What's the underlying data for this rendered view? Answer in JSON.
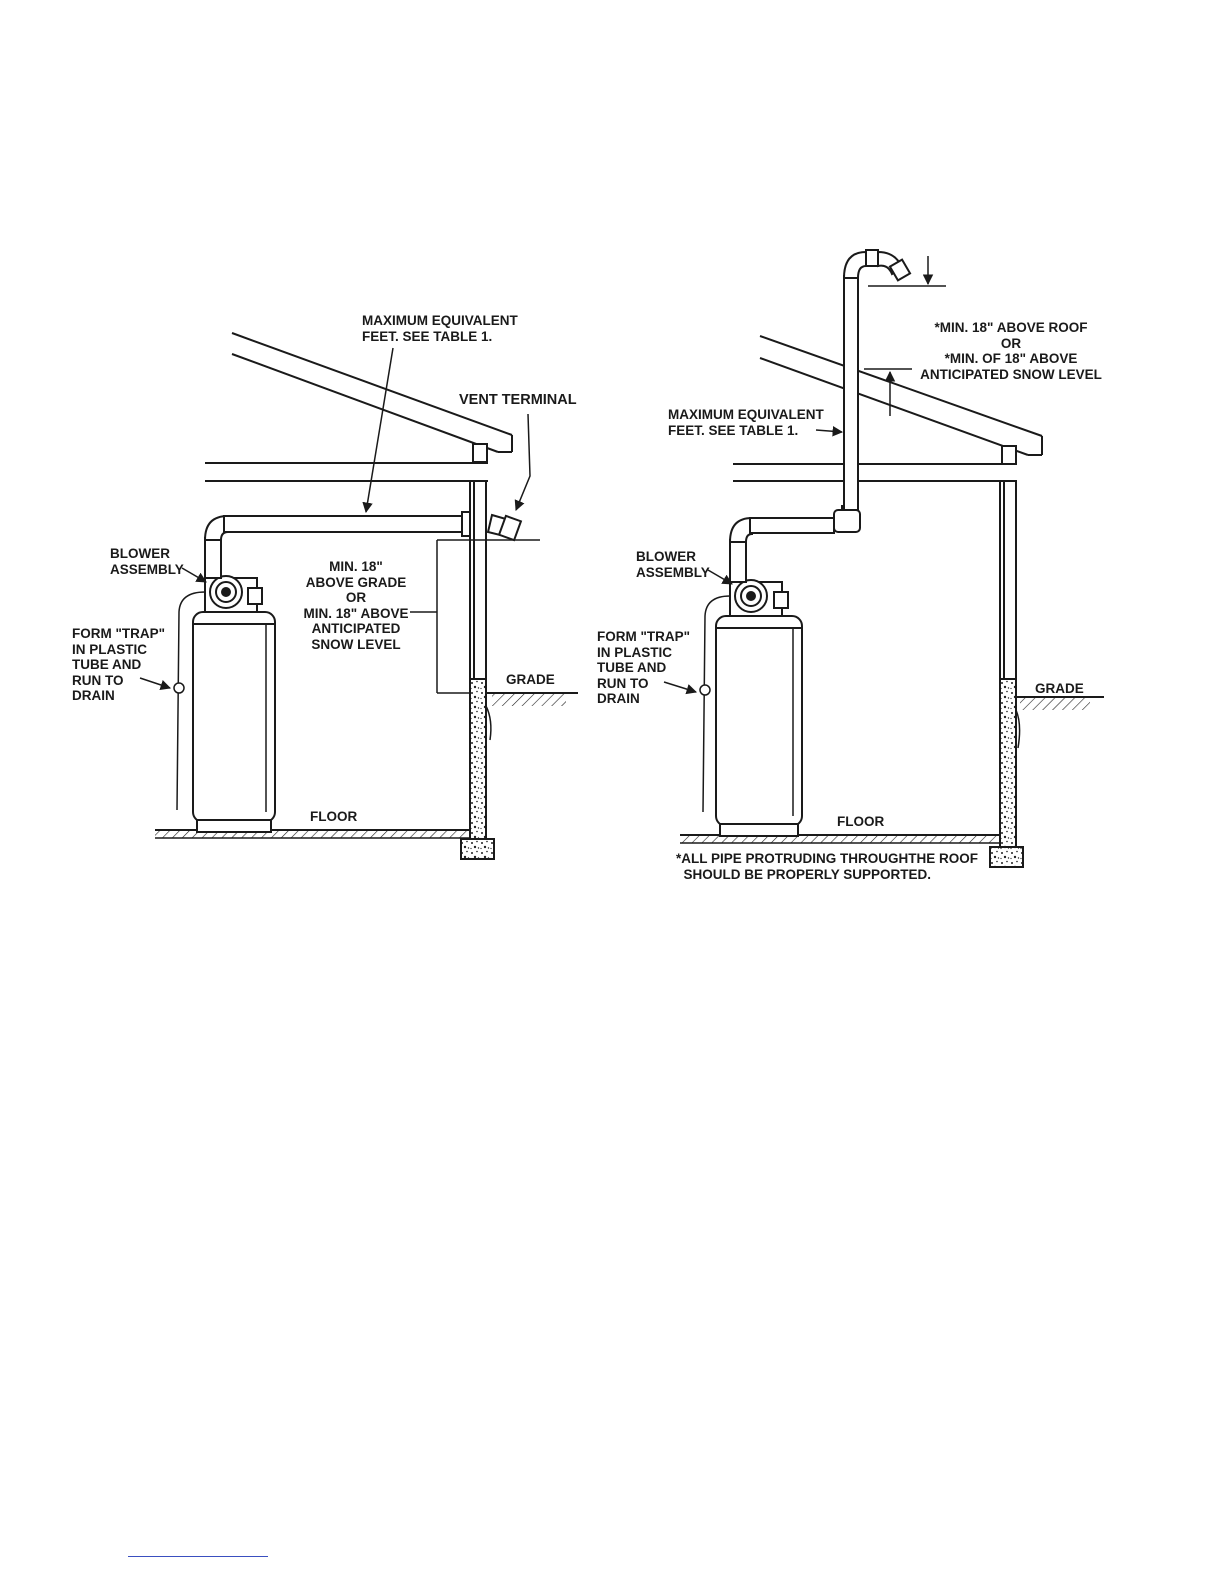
{
  "left_figure": {
    "max_equivalent": "MAXIMUM EQUIVALENT\nFEET. SEE TABLE 1.",
    "vent_terminal": "VENT TERMINAL",
    "blower_assembly": "BLOWER\nASSEMBLY",
    "min_18_grade": "MIN. 18\"\nABOVE GRADE\nOR\nMIN. 18\" ABOVE\nANTICIPATED\nSNOW LEVEL",
    "form_trap": "FORM \"TRAP\"\nIN PLASTIC\nTUBE AND\nRUN TO\nDRAIN",
    "grade": "GRADE",
    "floor": "FLOOR"
  },
  "right_figure": {
    "min_18_roof": "*MIN. 18\" ABOVE ROOF\nOR\n*MIN. OF 18\" ABOVE\nANTICIPATED SNOW LEVEL",
    "max_equivalent": "MAXIMUM EQUIVALENT\nFEET. SEE TABLE 1.",
    "blower_assembly": "BLOWER\nASSEMBLY",
    "form_trap": "FORM \"TRAP\"\nIN PLASTIC\nTUBE AND\nRUN TO\nDRAIN",
    "grade": "GRADE",
    "floor": "FLOOR",
    "roof_note": "*ALL PIPE PROTRUDING THROUGHTHE ROOF\n  SHOULD BE PROPERLY SUPPORTED."
  },
  "colors": {
    "ink": "#1a1a1a",
    "link": "#3a4fc0"
  }
}
